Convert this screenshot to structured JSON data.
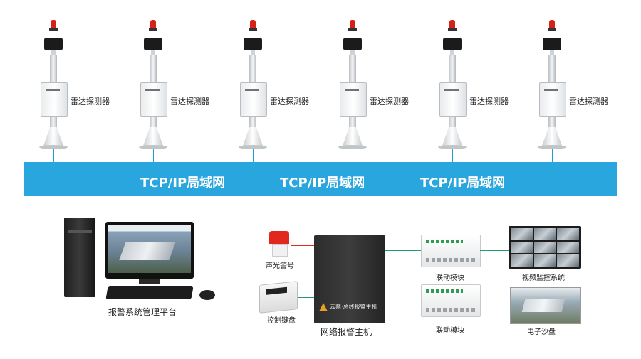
{
  "radar_detectors": [
    {
      "label": "雷达探测器"
    },
    {
      "label": "雷达探测器"
    },
    {
      "label": "雷达探测器"
    },
    {
      "label": "雷达探测器"
    },
    {
      "label": "雷达探测器"
    },
    {
      "label": "雷达探测器"
    }
  ],
  "network": {
    "labels": [
      "TCP/IP局域网",
      "TCP/IP局域网",
      "TCP/IP局域网"
    ],
    "bar_color": "#2aa6de"
  },
  "management_platform": {
    "label": "报警系统管理平台"
  },
  "siren": {
    "label": "声光警号"
  },
  "control_keyboard": {
    "label": "控制键盘"
  },
  "alarm_host": {
    "label": "网络报警主机",
    "brand_text": "云鼎·总线报警主机"
  },
  "linkage_modules": [
    {
      "label": "联动模块"
    },
    {
      "label": "联动模块"
    }
  ],
  "video_monitoring": {
    "label": "视频监控系统"
  },
  "electronic_sandtable": {
    "label": "电子沙盘"
  },
  "colors": {
    "accent": "#2aa6de",
    "connector_blue": "#1aa0d8",
    "connector_green": "#1e9f6a",
    "siren_red": "#e0281f"
  }
}
